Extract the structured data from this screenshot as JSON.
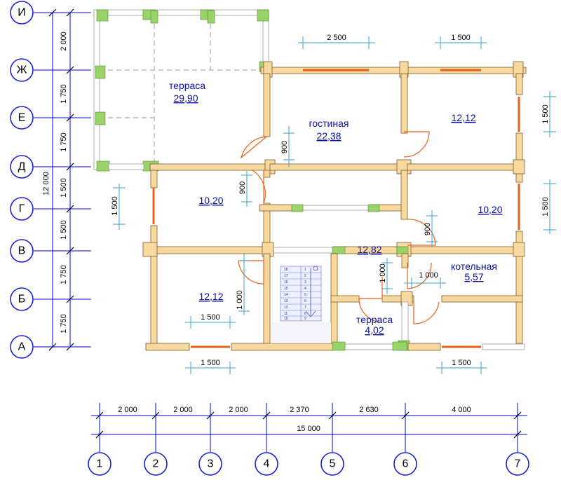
{
  "axes": {
    "rows": [
      "И",
      "Ж",
      "Е",
      "Д",
      "Г",
      "В",
      "Б",
      "А"
    ],
    "columns": [
      "1",
      "2",
      "3",
      "4",
      "5",
      "6",
      "7"
    ]
  },
  "left_dims": {
    "segments": [
      "2 000",
      "1 750",
      "1 750",
      "1 500",
      "1 500",
      "1 750",
      "1 750"
    ],
    "total": "12 000"
  },
  "bottom_dims": {
    "segments": [
      "2 000",
      "2 000",
      "2 000",
      "2 370",
      "2 630",
      "4 000"
    ],
    "total": "15 000"
  },
  "rooms": [
    {
      "name": "терраса",
      "area": "29,90"
    },
    {
      "name": "гостиная",
      "area": "22,38"
    },
    {
      "name": "",
      "area": "12,12"
    },
    {
      "name": "",
      "area": "10,20"
    },
    {
      "name": "",
      "area": "10,20"
    },
    {
      "name": "",
      "area": "12,82"
    },
    {
      "name": "котельная",
      "area": "5,57"
    },
    {
      "name": "",
      "area": "12,12"
    },
    {
      "name": "терраса",
      "area": "4,02"
    }
  ],
  "openings": {
    "top_window_1": "2 500",
    "top_window_2": "1 500",
    "right_window_1": "1 500",
    "right_window_2": "1 500",
    "left_window": "1 500",
    "bottom_window_1": "1 500",
    "bottom_window_2": "1 500",
    "inner_window": "1 500",
    "door_living": "900",
    "door_room_left": "900",
    "door_room_right": "900",
    "door_left_bottom": "1 000",
    "door_hall": "1 000",
    "door_boiler": "1 000"
  },
  "stair_numbers": [
    "18",
    "17",
    "16",
    "15",
    "14",
    "13",
    "12",
    "11",
    "10",
    "9",
    "8",
    "7",
    "6",
    "5",
    "4",
    "3",
    "2",
    "1"
  ],
  "colors": {
    "axis": "#1a22d9",
    "wall": "#f7d9a0",
    "window": "#e8621a",
    "text": "#0a10a8"
  }
}
